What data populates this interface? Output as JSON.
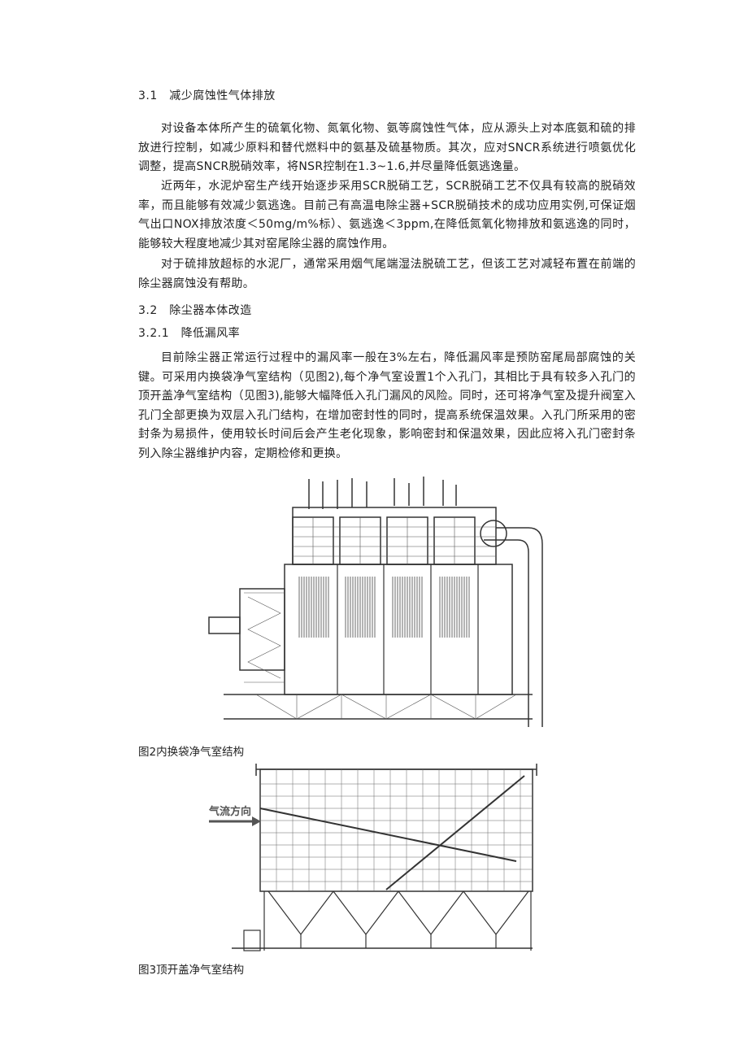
{
  "section_3_1": {
    "heading": "3.1　减少腐蚀性气体排放",
    "paragraphs": [
      "对设备本体所产生的硫氧化物、氮氧化物、氨等腐蚀性气体，应从源头上对本底氨和硫的排放进行控制，如减少原料和替代燃料中的氨基及硫基物质。其次，应对SNCR系统进行喷氨优化调整，提高SNCR脱硝效率，将NSR控制在1.3~1.6,并尽量降低氨逃逸量。",
      "近两年，水泥炉窑生产线开始逐步采用SCR脱硝工艺，SCR脱硝工艺不仅具有较高的脱硝效率，而且能够有效减少氨逃逸。目前己有高温电除尘器+SCR脱硝技术的成功应用实例,可保证烟气出口NOX排放浓度＜50mg∕m%标）、氨逃逸＜3ppm,在降低氮氧化物排放和氨逃逸的同时，能够较大程度地减少其对窑尾除尘器的腐蚀作用。",
      "对于硫排放超标的水泥厂，通常采用烟气尾端湿法脱硫工艺，但该工艺对减轻布置在前端的除尘器腐蚀没有帮助。"
    ]
  },
  "section_3_2": {
    "heading": "3.2　除尘器本体改造"
  },
  "section_3_2_1": {
    "heading": "3.2.1　降低漏风率",
    "paragraphs": [
      "目前除尘器正常运行过程中的漏风率一般在3%左右，降低漏风率是预防窑尾局部腐蚀的关键。可采用内换袋净气室结构（见图2),每个净气室设置1个入孔门，其相比于具有较多入孔门的顶开盖净气室结构（见图3),能够大幅降低入孔门漏风的风险。同时，还可将净气室及提升阀室入孔门全部更换为双层入孔门结构，在增加密封性的同时，提高系统保温效果。入孔门所采用的密封条为易损件，使用较长时间后会产生老化现象，影响密封和保温效果，因此应将入孔门密封条列入除尘器维护内容，定期检修和更换。"
    ]
  },
  "figure2": {
    "caption": "图2内换袋净气室结构"
  },
  "figure3": {
    "caption": "图3顶开盖净气室结构",
    "arrow_label": "气流方向"
  }
}
